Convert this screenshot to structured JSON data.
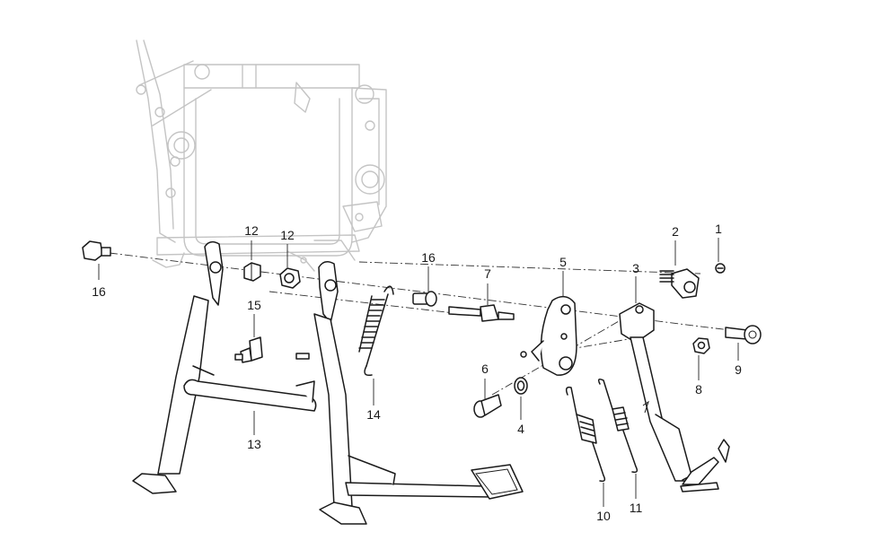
{
  "diagram": {
    "callouts": {
      "c1": "1",
      "c2": "2",
      "c3": "3",
      "c4": "4",
      "c5": "5",
      "c6": "6",
      "c7": "7",
      "c8": "8",
      "c9": "9",
      "c10": "10",
      "c11": "11",
      "c12a": "12",
      "c12b": "12",
      "c13": "13",
      "c14": "14",
      "c15": "15",
      "c16a": "16",
      "c16b": "16"
    },
    "colors": {
      "frame": "#c4c4c4",
      "parts": "#1a1a1a",
      "background": "#ffffff"
    }
  }
}
